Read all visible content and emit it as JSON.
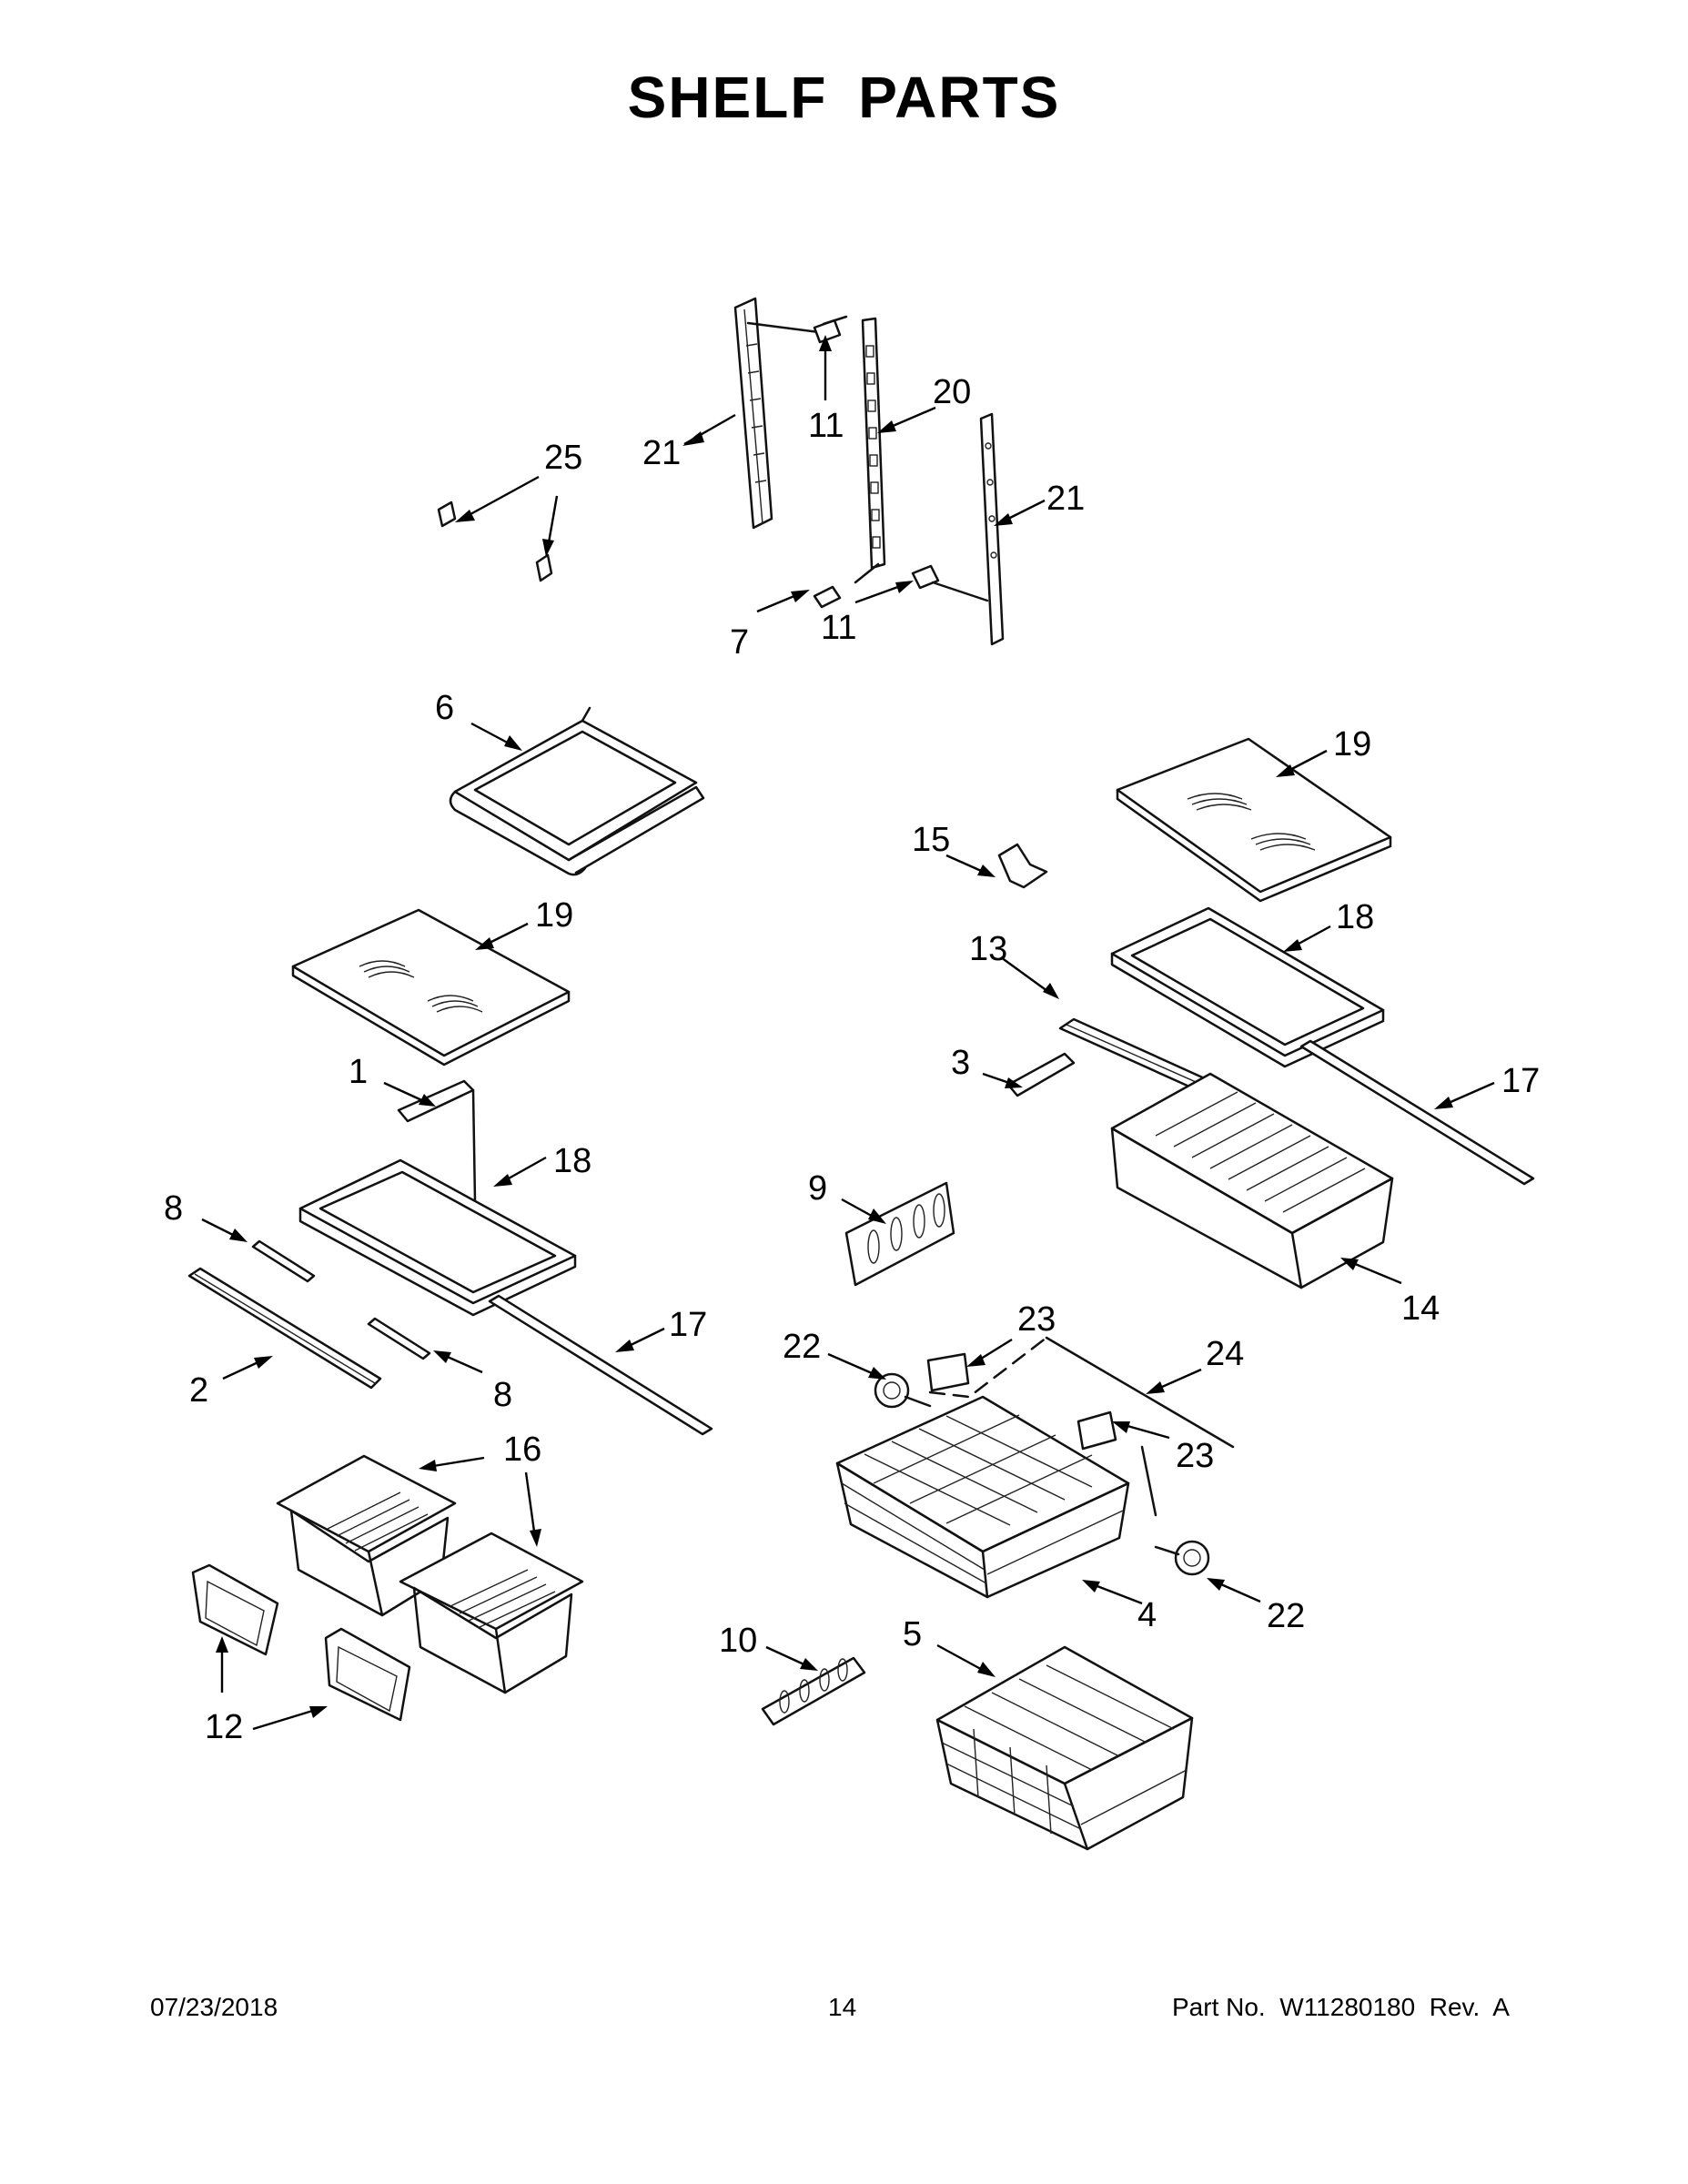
{
  "title": "SHELF PARTS",
  "footer": {
    "date": "07/23/2018",
    "page": "14",
    "part_number": "Part No.  W11280180  Rev.  A"
  },
  "callouts": {
    "c1": "1",
    "c2": "2",
    "c3": "3",
    "c4": "4",
    "c5": "5",
    "c6": "6",
    "c7": "7",
    "c8a": "8",
    "c8b": "8",
    "c9": "9",
    "c10": "10",
    "c11a": "11",
    "c11b": "11",
    "c12": "12",
    "c13": "13",
    "c14": "14",
    "c15": "15",
    "c16": "16",
    "c17a": "17",
    "c17b": "17",
    "c18a": "18",
    "c18b": "18",
    "c19a": "19",
    "c19b": "19",
    "c20": "20",
    "c21a": "21",
    "c21b": "21",
    "c22a": "22",
    "c22b": "22",
    "c23a": "23",
    "c23b": "23",
    "c24": "24",
    "c25": "25"
  }
}
